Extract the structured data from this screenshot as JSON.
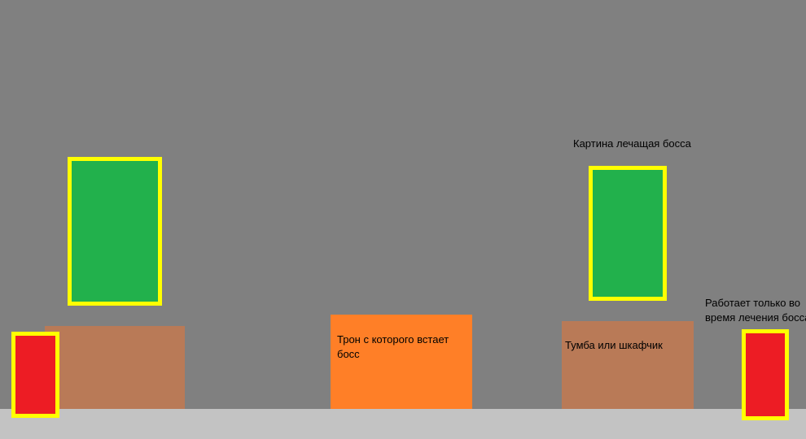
{
  "colors": {
    "wall": "#808080",
    "floor": "#c3c3c3",
    "painting": "#22b14c",
    "outline": "#ffff00",
    "cabinet": "#b97a57",
    "throne": "#ff7f27",
    "red_object": "#ed1c24"
  },
  "labels": {
    "healing_painting": "Картина лечащая босса",
    "throne": "Трон с которого встает босс",
    "cabinet": "Тумба или шкафчик",
    "red_object": "Работает только во время лечения босса"
  }
}
